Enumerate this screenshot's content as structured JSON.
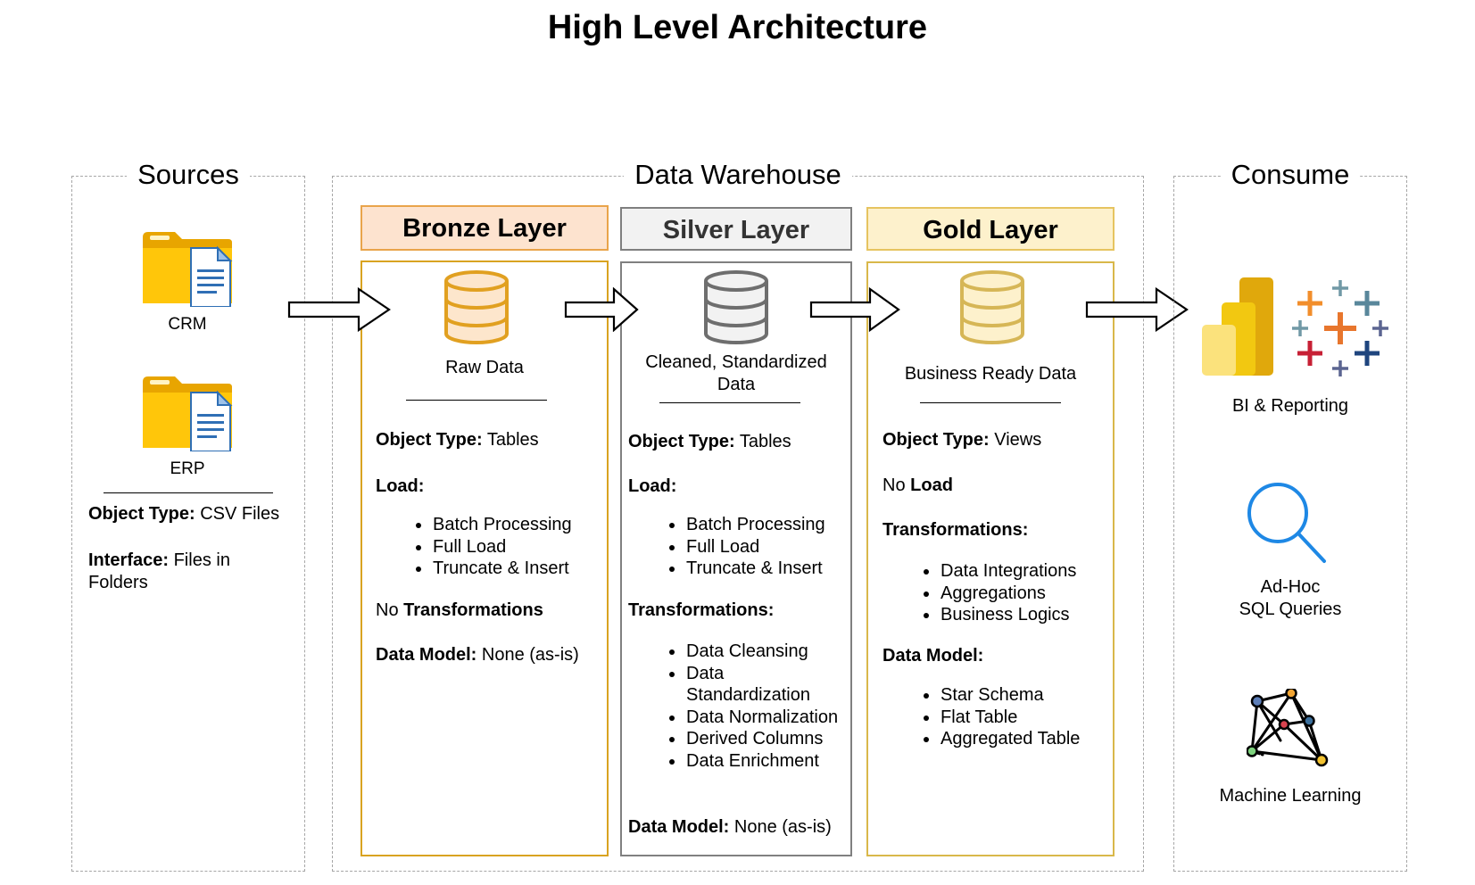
{
  "title": "High Level Architecture",
  "sources": {
    "label": "Sources",
    "items": [
      {
        "label": "CRM",
        "icon": "folder-document-icon"
      },
      {
        "label": "ERP",
        "icon": "folder-document-icon"
      }
    ],
    "object_type_label": "Object Type:",
    "object_type_value": "CSV Files",
    "interface_label": "Interface:",
    "interface_value_line1": "Files in",
    "interface_value_line2": "Folders"
  },
  "warehouse": {
    "label": "Data Warehouse",
    "bronze": {
      "header": "Bronze Layer",
      "header_bg": "#fde3cf",
      "border": "#d9a321",
      "db_color": "#e1a020",
      "caption": "Raw Data",
      "object_type_label": "Object Type:",
      "object_type_value": "Tables",
      "load_label": "Load:",
      "load_items": [
        "Batch Processing",
        "Full Load",
        "Truncate & Insert"
      ],
      "transform_prefix": "No",
      "transform_label": "Transformations",
      "data_model_label": "Data Model:",
      "data_model_value": "None (as-is)"
    },
    "silver": {
      "header": "Silver Layer",
      "header_bg": "#f2f2f2",
      "border": "#808080",
      "db_color": "#6e6e6e",
      "caption_line1": "Cleaned, Standardized",
      "caption_line2": "Data",
      "object_type_label": "Object Type:",
      "object_type_value": "Tables",
      "load_label": "Load:",
      "load_items": [
        "Batch Processing",
        "Full Load",
        "Truncate & Insert"
      ],
      "transform_label": "Transformations:",
      "transform_items": [
        "Data Cleansing",
        "Data Standardization",
        "Data Normalization",
        "Derived Columns",
        "Data Enrichment"
      ],
      "data_model_label": "Data Model:",
      "data_model_value": "None (as-is)"
    },
    "gold": {
      "header": "Gold Layer",
      "header_bg": "#fdf1cc",
      "border": "#d9b84a",
      "db_color": "#d6b656",
      "caption": "Business Ready Data",
      "object_type_label": "Object Type:",
      "object_type_value": "Views",
      "load_prefix": "No",
      "load_label": "Load",
      "transform_label": "Transformations:",
      "transform_items": [
        "Data Integrations",
        "Aggregations",
        "Business Logics"
      ],
      "data_model_label": "Data Model:",
      "data_model_items": [
        "Star Schema",
        "Flat Table",
        "Aggregated Table"
      ]
    }
  },
  "consume": {
    "label": "Consume",
    "bi": {
      "label": "BI & Reporting",
      "icons": [
        "power-bi-icon",
        "tableau-icon"
      ]
    },
    "adhoc": {
      "label_line1": "Ad-Hoc",
      "label_line2": "SQL Queries",
      "icon": "magnifier-icon"
    },
    "ml": {
      "label": "Machine Learning",
      "icon": "network-graph-icon"
    }
  }
}
